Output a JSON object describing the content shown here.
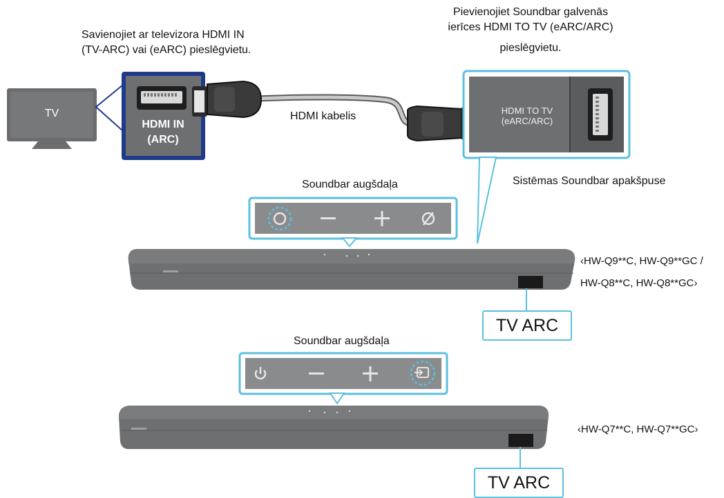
{
  "labels": {
    "tv_connect_line1": "Savienojiet ar televizora HDMI IN",
    "tv_connect_line2": "(TV-ARC) vai (eARC) pieslēgvietu.",
    "soundbar_connect_line1": "Pievienojiet Soundbar galvenās",
    "soundbar_connect_line2": "ierīces HDMI TO TV (eARC/ARC)",
    "soundbar_connect_line3": "pieslēgvietu.",
    "hdmi_cable": "HDMI kabelis",
    "bottom_side": "Sistēmas Soundbar apakšpuse",
    "top_side_1": "Soundbar augšdaļa",
    "top_side_2": "Soundbar augšdaļa"
  },
  "tv": {
    "screen_text": "TV"
  },
  "hdmi_in_port": {
    "line1": "HDMI IN",
    "line2": "(ARC)"
  },
  "hdmi_to_tv_port": {
    "line1": "HDMI TO TV",
    "line2": "(eARC/ARC)"
  },
  "panel1": {
    "buttons": [
      "power-source",
      "minus",
      "plus",
      "sound-off"
    ],
    "highlighted": "power-source"
  },
  "panel2": {
    "buttons": [
      "power",
      "minus",
      "plus",
      "source"
    ],
    "highlighted": "source"
  },
  "tv_arc_label_1": "TV ARC",
  "tv_arc_label_2": "TV ARC",
  "models": {
    "group1_line1": "‹HW-Q9**C, HW-Q9**GC /",
    "group1_line2": "HW-Q8**C, HW-Q8**GC›",
    "group2_line1": "‹HW-Q7**C, HW-Q7**GC›"
  },
  "colors": {
    "callout": "#5bbfe0",
    "port_frame": "#1f3a8a",
    "device": "#6e6f71",
    "panel": "#8a8b8d"
  }
}
